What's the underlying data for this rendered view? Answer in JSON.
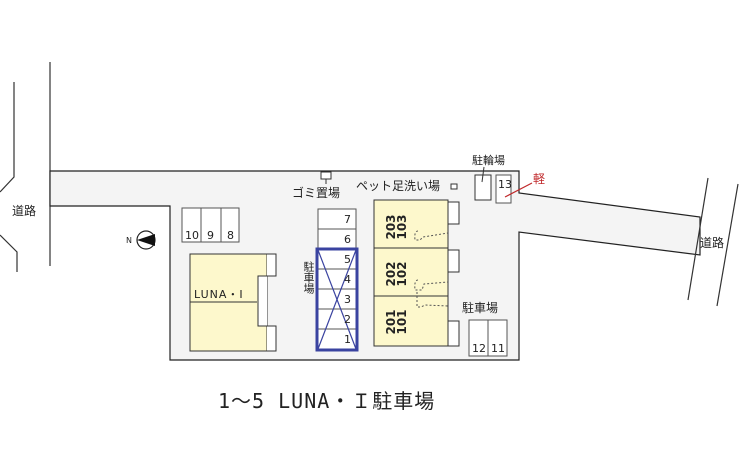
{
  "roads": [
    {
      "label": "道路",
      "side": "left"
    },
    {
      "label": "道路",
      "side": "right"
    }
  ],
  "compass": {
    "label": "N",
    "direction": "west"
  },
  "building": {
    "name": "LUNA・I"
  },
  "units": [
    {
      "upper": "203",
      "lower": "103"
    },
    {
      "upper": "202",
      "lower": "102"
    },
    {
      "upper": "201",
      "lower": "101"
    }
  ],
  "facilities": {
    "garbage": "ゴミ置場",
    "pet_wash": "ペット足洗い場",
    "bicycle": "駐輪場",
    "parking_center": "駐車場",
    "parking_right": "駐車場",
    "light_car": "軽"
  },
  "parking_spaces": {
    "top_left": [
      "10",
      "9",
      "8"
    ],
    "center": [
      "7",
      "6",
      "5",
      "4",
      "3",
      "2",
      "1"
    ],
    "reserved_center": [
      "5",
      "4",
      "3",
      "2",
      "1"
    ],
    "bottom_right": [
      "12",
      "11"
    ],
    "light": [
      "13"
    ]
  },
  "caption": "1～5 LUNA・Ｉ駐車場",
  "colors": {
    "site_fill": "#f4f4f4",
    "building_fill": "#fdf8cc",
    "reserved_outline": "#3a43a0",
    "light_marker": "#c0282a"
  }
}
